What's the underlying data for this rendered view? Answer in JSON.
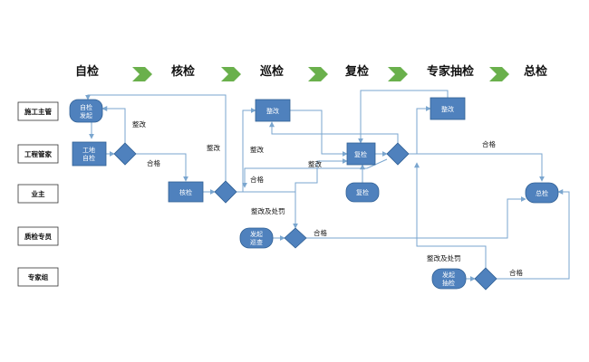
{
  "stages": [
    "自检",
    "核检",
    "巡检",
    "复检",
    "专家抽检",
    "总检"
  ],
  "roles": [
    "施工主管",
    "工程管家",
    "业主",
    "质检专员",
    "专家组"
  ],
  "nodes": {
    "self_check_start": [
      "自检",
      "发起"
    ],
    "site_self_check": [
      "工地",
      "自检"
    ],
    "core_check": "核检",
    "patrol_rectify": "整改",
    "patrol_start": [
      "发起",
      "巡查"
    ],
    "recheck": "复检",
    "owner_recheck": "复检",
    "expert_rectify": "整改",
    "expert_start": [
      "发起",
      "抽检"
    ],
    "final_check": "总检"
  },
  "edge_labels": {
    "rectify_1": "整改",
    "pass_1": "合格",
    "rectify_2": "整改",
    "rectify_3": "整改",
    "pass_2": "合格",
    "rectify_4": "整改",
    "rectify_penalty_1": "整改及处罚",
    "pass_3": "合格",
    "pass_4": "合格",
    "rectify_penalty_2": "整改及处罚",
    "pass_5": "合格"
  },
  "colors": {
    "node_fill": "#4f81bd",
    "edge": "#7aa6cf",
    "stage_arrow": "#6ab04c"
  }
}
